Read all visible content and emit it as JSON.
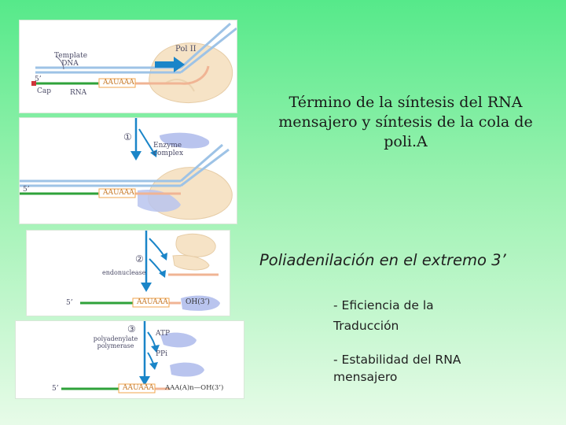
{
  "slide": {
    "title": "Término de la síntesis del RNA mensajero y síntesis de la cola de poli.A",
    "heading": "Poliadenilación en el extremo 3’",
    "bullets": [
      "- Eficiencia  de la Traducción",
      "- Estabilidad del RNA mensajero"
    ]
  },
  "figure": {
    "panel1": {
      "template_label": "Template DNA",
      "pol_label": "Pol II",
      "five_prime": "5’",
      "cap_label": "Cap",
      "rna_label": "RNA",
      "signal": "AAUAAA"
    },
    "panel2": {
      "step": "①",
      "enzyme_label": "Enzyme complex",
      "five_prime": "5’",
      "signal": "AAUAAA"
    },
    "panel3": {
      "step": "②",
      "endonuclease_label": "endonuclease",
      "five_prime": "5’",
      "signal": "AAUAAA",
      "oh_end": "OH(3’)"
    },
    "panel4": {
      "step": "③",
      "polymerase_label": "polyadenylate polymerase",
      "atp_label": "ATP",
      "ppi_label": "PPi",
      "five_prime": "5’",
      "signal": "AAUAAA",
      "tail": "AAA(A)n—OH(3’)"
    }
  },
  "colors": {
    "background_top": "#56e98a",
    "background_bottom": "#e7fbe8",
    "dna_blue": "#9ec3e6",
    "rna_green": "#2fa23a",
    "rna_salmon": "#f0b494",
    "cap_red": "#d0343a",
    "arrow_blue": "#1a85c8",
    "polymerase_tan": "#f6e3c6",
    "enzyme_lavender": "#b9c4ee",
    "signal_box": "#f2a64c"
  }
}
